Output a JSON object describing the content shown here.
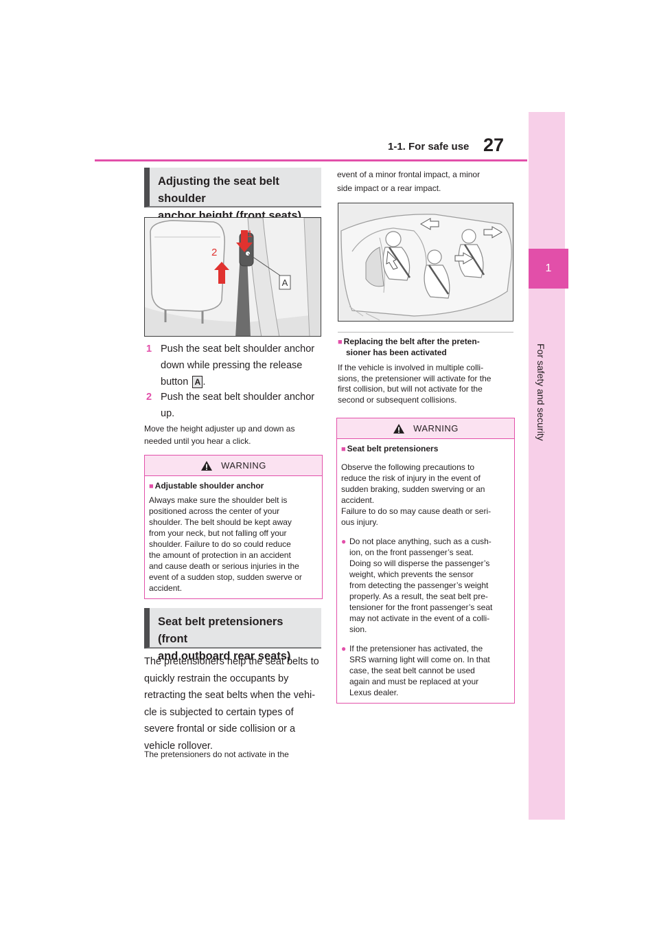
{
  "header": {
    "section": "1-1. For safe use",
    "page": "27"
  },
  "side_tab": {
    "number": "1",
    "label": "For safety and security"
  },
  "left": {
    "section1_title": [
      "Adjusting the seat belt shoulder",
      "anchor height (front seats)"
    ],
    "figure1_labels": {
      "arrow1": "1",
      "arrow2": "2",
      "callout": "A"
    },
    "steps": [
      {
        "num": "1",
        "lines": [
          "Push the seat belt shoulder anchor",
          "down while pressing the release"
        ],
        "last_prefix": "button",
        "box": "A",
        "last_suffix": "."
      },
      {
        "num": "2",
        "lines": [
          "Push the seat belt shoulder anchor",
          "up."
        ]
      }
    ],
    "note": [
      "Move the height adjuster up and down as",
      "needed until you hear a click."
    ],
    "warning1": {
      "title": "WARNING",
      "subtitle": "Adjustable shoulder anchor",
      "body": [
        "Always make sure the shoulder belt is",
        "positioned across the center of your",
        "shoulder. The belt should be kept away",
        "from your neck, but not falling off your",
        "shoulder. Failure to do so could reduce",
        "the amount of protection in an accident",
        "and cause death or serious injuries in the",
        "event of a sudden stop, sudden swerve or",
        "accident."
      ]
    },
    "section2_title": [
      "Seat belt pretensioners (front",
      "and outboard rear seats)"
    ],
    "pretensioners_text": [
      "The pretensioners help the seat belts to",
      "quickly restrain the occupants by",
      "retracting the seat belts when the vehi-",
      "cle is subjected to certain types of",
      "severe frontal or side collision or a",
      "vehicle rollover."
    ],
    "small_note": "The pretensioners do not activate in the"
  },
  "right": {
    "continued": [
      "event of a minor frontal impact, a minor",
      "side impact or a rear impact."
    ],
    "replace_head": [
      "Replacing the belt after the preten-",
      "sioner has been activated"
    ],
    "replace_body": [
      "If the vehicle is involved in multiple colli-",
      "sions, the pretensioner will activate for the",
      "first collision, but will not activate for the",
      "second or subsequent collisions."
    ],
    "warning2": {
      "title": "WARNING",
      "subtitle": "Seat belt pretensioners",
      "intro": [
        "Observe the following precautions to",
        "reduce the risk of injury in the event of",
        "sudden braking, sudden swerving or an",
        "accident.",
        "Failure to do so may cause death or seri-",
        "ous injury."
      ],
      "bullets": [
        [
          "Do not place anything, such as a cush-",
          "ion, on the front passenger’s seat.",
          "Doing so will disperse the passenger’s",
          "weight, which prevents the sensor",
          "from detecting the passenger’s weight",
          "properly. As a result, the seat belt pre-",
          "tensioner for the front passenger’s seat",
          "may not activate in the event of a colli-",
          "sion."
        ],
        [
          "If the pretensioner has activated, the",
          "SRS warning light will come on. In that",
          "case, the seat belt cannot be used",
          "again and must be replaced at your",
          "Lexus dealer."
        ]
      ]
    }
  },
  "colors": {
    "accent": "#e24fa9",
    "tab_light": "#f7cfe8",
    "head_bg": "#e4e5e6",
    "warn_bg": "#fbe2f1"
  }
}
